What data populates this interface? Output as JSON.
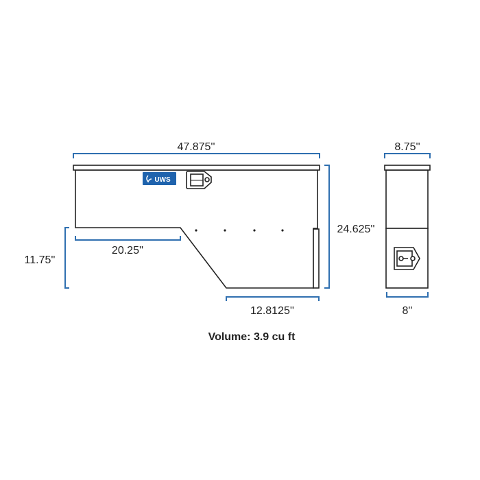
{
  "colors": {
    "dimension": "#2f6fb0",
    "logo": "#1f63ad",
    "outline": "#222222"
  },
  "front_view": {
    "width_label": "47.875''",
    "height_label": "24.625''",
    "step_height_label": "11.75''",
    "step_length_label": "20.25''",
    "bottom_length_label": "12.8125''",
    "logo_text": "UWS"
  },
  "side_view": {
    "top_depth_label": "8.75''",
    "bottom_depth_label": "8''"
  },
  "volume_label": "Volume: 3.9 cu ft"
}
